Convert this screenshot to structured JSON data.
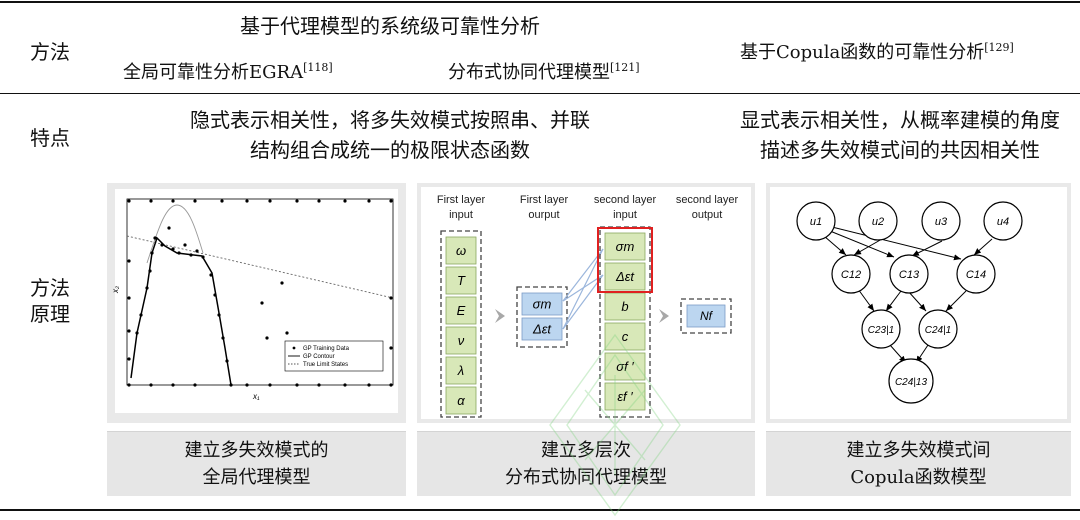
{
  "header": {
    "method_label": "方法",
    "surrogate_group": "基于代理模型的系统级可靠性分析",
    "egra": "全局可靠性分析EGRA",
    "egra_ref": "[118]",
    "distributed": "分布式协同代理模型",
    "distributed_ref": "[121]",
    "copula": "基于Copula函数的可靠性分析",
    "copula_ref": "[129]"
  },
  "features": {
    "label": "特点",
    "surrogate_line1": "隐式表示相关性，将多失效模式按照串、并联",
    "surrogate_line2": "结构组合成统一的极限状态函数",
    "copula_line1": "显式表示相关性，从概率建模的角度",
    "copula_line2": "描述多失效模式间的共因相关性"
  },
  "principle": {
    "label_line1": "方法",
    "label_line2": "原理"
  },
  "egra_plot": {
    "ylabel": "x₂",
    "xlabel": "x₁",
    "legend": [
      "GP Training Data",
      "GP Contour",
      "True Limit States"
    ]
  },
  "layer_diagram": {
    "col1_title_1": "First layer",
    "col1_title_2": "input",
    "col2_title_1": "First layer",
    "col2_title_2": "ourput",
    "col3_title_1": "second layer",
    "col3_title_2": "input",
    "col4_title_1": "second layer",
    "col4_title_2": "output",
    "first_inputs": [
      "ω",
      "T",
      "E",
      "ν",
      "λ",
      "α"
    ],
    "first_outputs": [
      "σm",
      "Δεt"
    ],
    "second_inputs": [
      "σm",
      "Δεt",
      "b",
      "c",
      "σf ′",
      "εf ′"
    ],
    "second_output": "Nf",
    "colors": {
      "green": "#d8e8b8",
      "blue": "#bcd6f0",
      "red": "#e02020"
    }
  },
  "copula_graph": {
    "roots": [
      "u1",
      "u2",
      "u3",
      "u4"
    ],
    "level2": [
      "C12",
      "C13",
      "C14"
    ],
    "level3": [
      "C23|1",
      "C24|1"
    ],
    "level4": [
      "C24|13"
    ]
  },
  "bottom": {
    "egra_line1": "建立多失效模式的",
    "egra_line2": "全局代理模型",
    "dist_line1": "建立多层次",
    "dist_line2": "分布式协同代理模型",
    "copula_line1": "建立多失效模式间",
    "copula_line2": "Copula函数模型"
  }
}
